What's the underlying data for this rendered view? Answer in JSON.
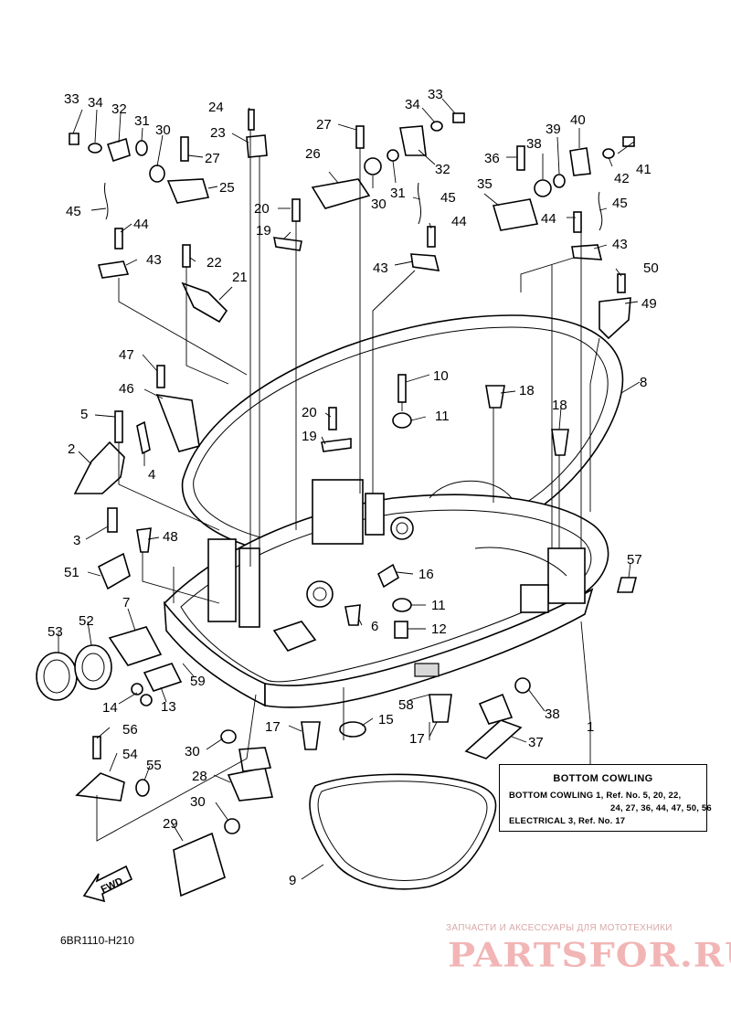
{
  "diagram_code": "6BR1110-H210",
  "fwd_label": "FWD",
  "legend": {
    "title": "BOTTOM COWLING",
    "line1": "BOTTOM  COWLING 1,  Ref. No. 5, 20, 22,",
    "line2": "24, 27, 36, 44, 47, 50, 56",
    "line3": "ELECTRICAL 3,  Ref. No. 17"
  },
  "watermark": {
    "caption": "ЗАПЧАСТИ И АКСЕССУАРЫ ДЛЯ МОТОТЕХНИКИ",
    "logo": "PARTSFOR.RU"
  },
  "callouts": [
    {
      "id": "c33a",
      "label": "33"
    },
    {
      "id": "c34a",
      "label": "34"
    },
    {
      "id": "c32a",
      "label": "32"
    },
    {
      "id": "c31a",
      "label": "31"
    },
    {
      "id": "c30a",
      "label": "30"
    },
    {
      "id": "c27a",
      "label": "27"
    },
    {
      "id": "c25",
      "label": "25"
    },
    {
      "id": "c24",
      "label": "24"
    },
    {
      "id": "c23",
      "label": "23"
    },
    {
      "id": "c27b",
      "label": "27"
    },
    {
      "id": "c26",
      "label": "26"
    },
    {
      "id": "c30b",
      "label": "30"
    },
    {
      "id": "c31b",
      "label": "31"
    },
    {
      "id": "c32b",
      "label": "32"
    },
    {
      "id": "c34b",
      "label": "34"
    },
    {
      "id": "c33b",
      "label": "33"
    },
    {
      "id": "c36",
      "label": "36"
    },
    {
      "id": "c38a",
      "label": "38"
    },
    {
      "id": "c39",
      "label": "39"
    },
    {
      "id": "c40",
      "label": "40"
    },
    {
      "id": "c42",
      "label": "42"
    },
    {
      "id": "c41",
      "label": "41"
    },
    {
      "id": "c35",
      "label": "35"
    },
    {
      "id": "c45a",
      "label": "45"
    },
    {
      "id": "c44a",
      "label": "44"
    },
    {
      "id": "c43a",
      "label": "43"
    },
    {
      "id": "c22",
      "label": "22"
    },
    {
      "id": "c21",
      "label": "21"
    },
    {
      "id": "c20a",
      "label": "20"
    },
    {
      "id": "c19a",
      "label": "19"
    },
    {
      "id": "c45b",
      "label": "45"
    },
    {
      "id": "c44b",
      "label": "44"
    },
    {
      "id": "c43b",
      "label": "43"
    },
    {
      "id": "c44c",
      "label": "44"
    },
    {
      "id": "c45c",
      "label": "45"
    },
    {
      "id": "c43c",
      "label": "43"
    },
    {
      "id": "c50",
      "label": "50"
    },
    {
      "id": "c49",
      "label": "49"
    },
    {
      "id": "c47",
      "label": "47"
    },
    {
      "id": "c46",
      "label": "46"
    },
    {
      "id": "c10",
      "label": "10"
    },
    {
      "id": "c18a",
      "label": "18"
    },
    {
      "id": "c8",
      "label": "8"
    },
    {
      "id": "c20b",
      "label": "20"
    },
    {
      "id": "c11a",
      "label": "11"
    },
    {
      "id": "c19b",
      "label": "19"
    },
    {
      "id": "c18b",
      "label": "18"
    },
    {
      "id": "c5",
      "label": "5"
    },
    {
      "id": "c2",
      "label": "2"
    },
    {
      "id": "c4",
      "label": "4"
    },
    {
      "id": "c3",
      "label": "3"
    },
    {
      "id": "c48",
      "label": "48"
    },
    {
      "id": "c51",
      "label": "51"
    },
    {
      "id": "c16",
      "label": "16"
    },
    {
      "id": "c57",
      "label": "57"
    },
    {
      "id": "c7",
      "label": "7"
    },
    {
      "id": "c11b",
      "label": "11"
    },
    {
      "id": "c6",
      "label": "6"
    },
    {
      "id": "c12",
      "label": "12"
    },
    {
      "id": "c53",
      "label": "53"
    },
    {
      "id": "c52",
      "label": "52"
    },
    {
      "id": "c14",
      "label": "14"
    },
    {
      "id": "c13",
      "label": "13"
    },
    {
      "id": "c59",
      "label": "59"
    },
    {
      "id": "c58",
      "label": "58"
    },
    {
      "id": "c38b",
      "label": "38"
    },
    {
      "id": "c1",
      "label": "1"
    },
    {
      "id": "c17a",
      "label": "17"
    },
    {
      "id": "c15",
      "label": "15"
    },
    {
      "id": "c17b",
      "label": "17"
    },
    {
      "id": "c37",
      "label": "37"
    },
    {
      "id": "c56",
      "label": "56"
    },
    {
      "id": "c30c",
      "label": "30"
    },
    {
      "id": "c54",
      "label": "54"
    },
    {
      "id": "c55",
      "label": "55"
    },
    {
      "id": "c28",
      "label": "28"
    },
    {
      "id": "c30d",
      "label": "30"
    },
    {
      "id": "c29",
      "label": "29"
    },
    {
      "id": "c9",
      "label": "9"
    }
  ]
}
